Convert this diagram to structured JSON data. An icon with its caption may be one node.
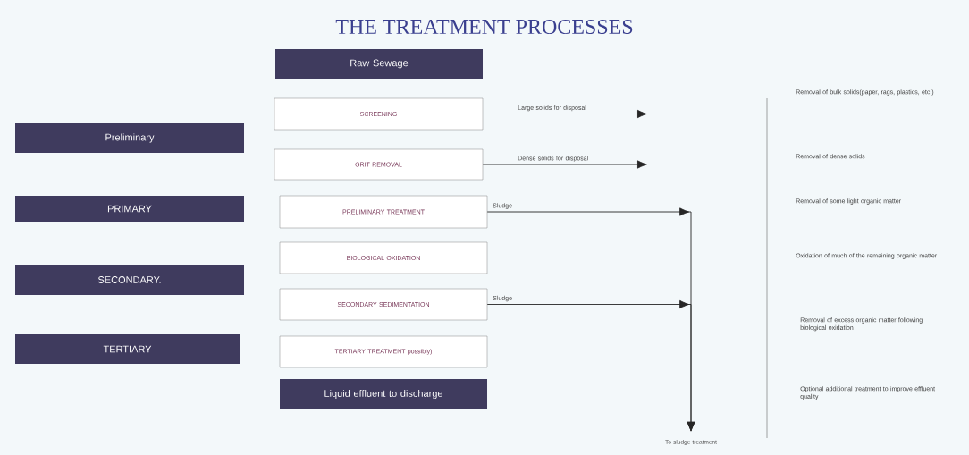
{
  "diagram": {
    "title": "THE TREATMENT PROCESSES",
    "nodes": [
      {
        "text": [
          "Raw Sewage"
        ]
      },
      {
        "text": [
          "SCREENING"
        ]
      },
      {
        "text": [
          "GRIT REMOVAL"
        ]
      },
      {
        "text": [
          "PRELIMINARY TREATMENT"
        ]
      },
      {
        "text": [
          "BIOLOGICAL OXIDATION"
        ]
      },
      {
        "text": [
          "SECONDARY SEDIMENTATION"
        ]
      },
      {
        "text": [
          "TERTIARY TREATMENT possibly)"
        ]
      },
      {
        "text": [
          "Liquid effluent to discharge"
        ]
      },
      {
        "text": [
          "Preliminary"
        ]
      },
      {
        "text": [
          "PRIMARY"
        ]
      },
      {
        "text": [
          "SECONDARY."
        ]
      },
      {
        "text": [
          "TERTIARY"
        ]
      },
      {
        "text": [
          "To sludge treatment"
        ]
      }
    ],
    "edges": [
      {
        "from": 1,
        "to": null,
        "arrow": "to",
        "label": "Large solids for disposal"
      },
      {
        "from": 2,
        "to": null,
        "arrow": "to",
        "label": "Dense solids for disposal"
      },
      {
        "from": 3,
        "to": 12,
        "arrow": "to",
        "label": "Sludge"
      },
      {
        "from": 5,
        "to": 12,
        "arrow": "to",
        "label": "Sludge"
      }
    ],
    "labels": [
      "Removal of bulk solids(paper, rags, plastics, etc.)",
      "Removal of dense solids",
      "Removal of some light organic matter",
      "Oxidation of much of the remaining organic matter",
      "Removal of excess organic matter following biological oxidation",
      "Optional additional treatment to improve effluent quality"
    ]
  }
}
